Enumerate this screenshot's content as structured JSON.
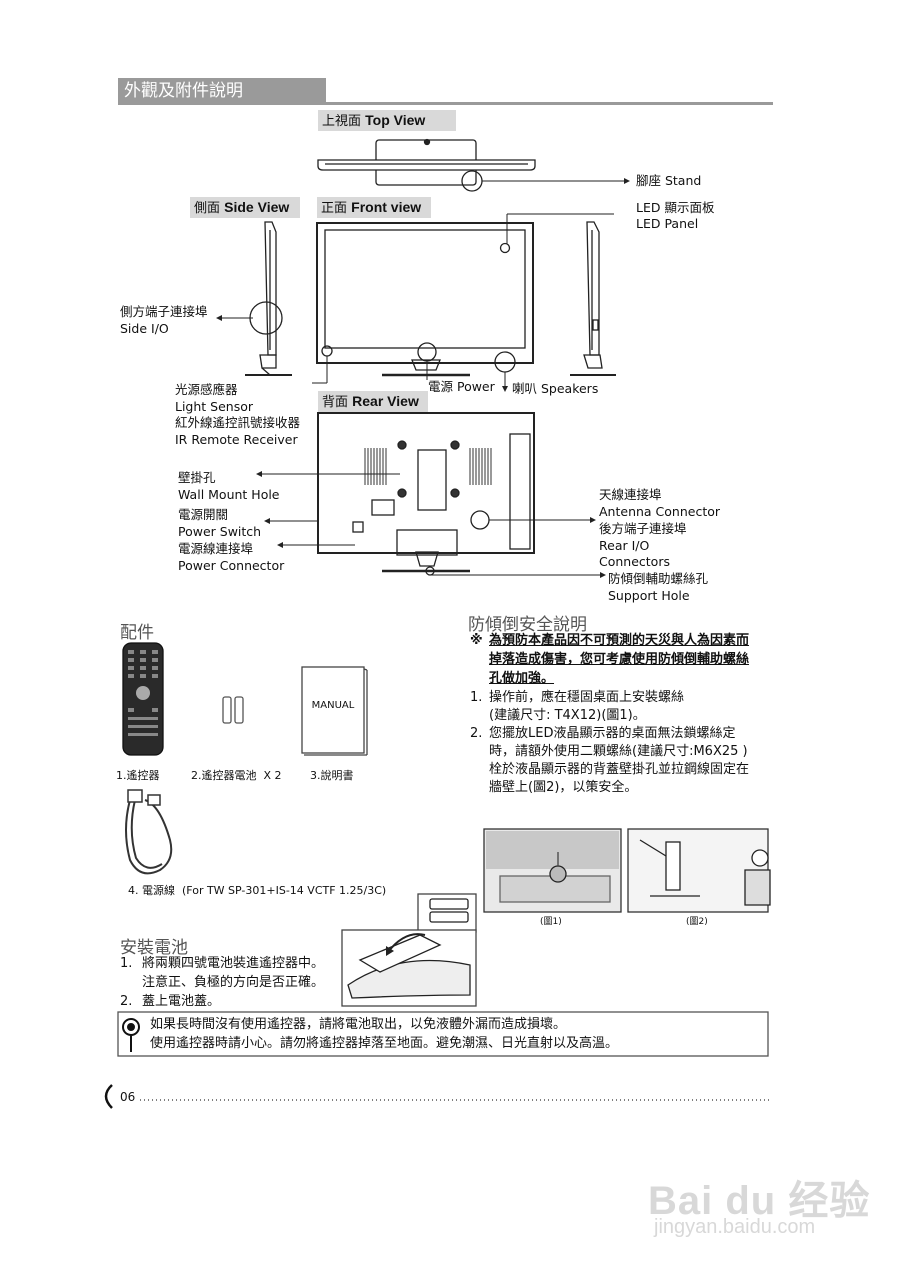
{
  "header": {
    "title": "外觀及附件說明"
  },
  "views": {
    "top": {
      "zh": "上視面",
      "en": "Top View"
    },
    "side": {
      "zh": "側面",
      "en": "Side View"
    },
    "front": {
      "zh": "正面",
      "en": "Front view"
    },
    "rear": {
      "zh": "背面",
      "en": "Rear View"
    }
  },
  "callouts": {
    "stand": "腳座 Stand",
    "led_zh": "LED 顯示面板",
    "led_en": "LED Panel",
    "side_io_zh": "側方端子連接埠",
    "side_io_en": "Side I/O",
    "light_zh": "光源感應器",
    "light_en": "Light Sensor",
    "ir_zh": "紅外線遙控訊號接收器",
    "ir_en": "IR Remote Receiver",
    "power": "電源 Power",
    "speakers": "喇叭 Speakers",
    "wall_zh": "壁掛孔",
    "wall_en": "Wall Mount Hole",
    "pswitch_zh": "電源開關",
    "pswitch_en": "Power Switch",
    "pconn_zh": "電源線連接埠",
    "pconn_en": "Power Connector",
    "antenna_zh": "天線連接埠",
    "antenna_en": "Antenna Connector",
    "rear_io_zh": "後方端子連接埠",
    "rear_io_en1": "Rear I/O",
    "rear_io_en2": "Connectors",
    "support_zh": "防傾倒輔助螺絲孔",
    "support_en": "Support Hole"
  },
  "accessories": {
    "title": "配件",
    "remote": "1.遙控器",
    "battery": "2.遙控器電池  X 2",
    "manual": "3.說明書",
    "manual_cover": "MANUAL",
    "cord": "4. 電源線  (For TW SP-301+IS-14 VCTF 1.25/3C)"
  },
  "safety": {
    "title": "防傾倒安全說明",
    "mark": "※",
    "warn1": "為預防本產品因不可預測的天災與人為因素而",
    "warn2": "掉落造成傷害，您可考慮使用防傾倒輔助螺絲",
    "warn3": "孔做加強。",
    "i1_num": "1.",
    "i1_l1": "操作前，應在穩固桌面上安裝螺絲",
    "i1_l2": "(建議尺寸: T4X12)(圖1)。",
    "i2_num": "2.",
    "i2_l1": "您擺放LED液晶顯示器的桌面無法鎖螺絲定",
    "i2_l2": "時，請額外使用二顆螺絲(建議尺寸:M6X25 )",
    "i2_l3": "栓於液晶顯示器的背蓋壁掛孔並拉鋼線固定在",
    "i2_l4": "牆壁上(圖2)，以策安全。",
    "fig1": "(圖1)",
    "fig2": "(圖2)"
  },
  "battery": {
    "title": "安裝電池",
    "s1_num": "1.",
    "s1_l1": "將兩顆四號電池裝進遙控器中。",
    "s1_l2": "注意正、負極的方向是否正確。",
    "s2_num": "2.",
    "s2_l1": "蓋上電池蓋。"
  },
  "notice": {
    "l1": "如果長時間沒有使用遙控器，請將電池取出，以免液體外漏而造成損壞。",
    "l2": "使用遙控器時請小心。請勿將遙控器掉落至地面。避免潮濕、日光直射以及高溫。"
  },
  "footer": {
    "page": "06"
  },
  "watermark": {
    "brand": "Bai du 经验",
    "url": "jingyan.baidu.com"
  }
}
